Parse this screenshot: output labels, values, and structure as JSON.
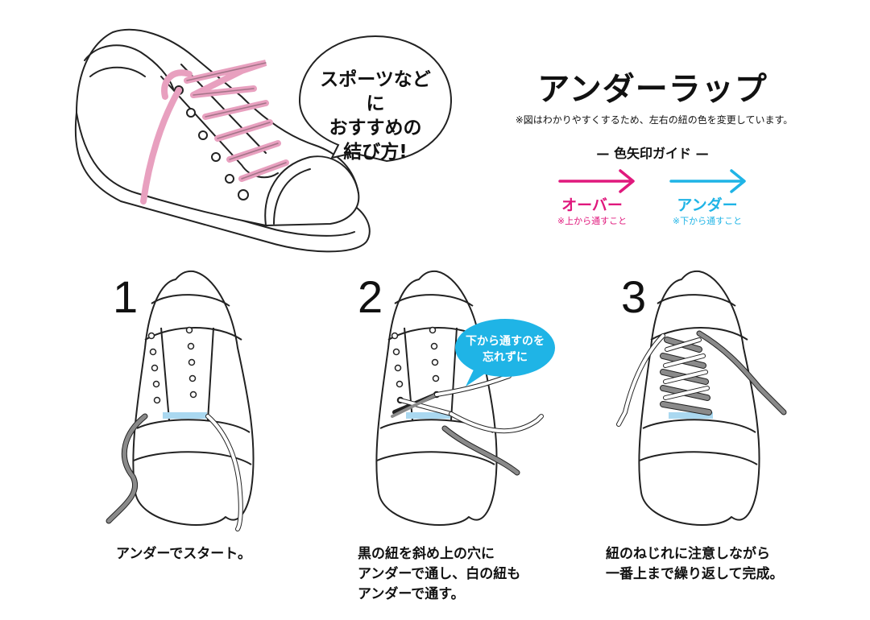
{
  "title": "アンダーラップ",
  "note": "※図はわかりやすくするため、左右の紐の色を変更しています。",
  "speech_bubble": {
    "lines": [
      "スポーツなどに",
      "おすすめの",
      "結び方!"
    ]
  },
  "color_guide": {
    "title": "— 色矢印ガイド —",
    "over": {
      "label": "オーバー",
      "sub": "※上から通すこと",
      "color": "#e0197d"
    },
    "under": {
      "label": "アンダー",
      "sub": "※下から通すこと",
      "color": "#1fb4e6"
    }
  },
  "steps": [
    {
      "number": "1",
      "caption": [
        "アンダーでスタート。"
      ]
    },
    {
      "number": "2",
      "caption": [
        "黒の紐を斜め上の穴に",
        "アンダーで通し、白の紐も",
        "アンダーで通す。"
      ],
      "bubble": [
        "下から通すのを",
        "忘れずに"
      ]
    },
    {
      "number": "3",
      "caption": [
        "紐のねじれに注意しながら",
        "一番上まで繰り返して完成。"
      ]
    }
  ],
  "colors": {
    "lace_pink": "#e8a0bf",
    "lace_gray": "#8a8a8a",
    "tongue_blue": "#aad8f0"
  }
}
